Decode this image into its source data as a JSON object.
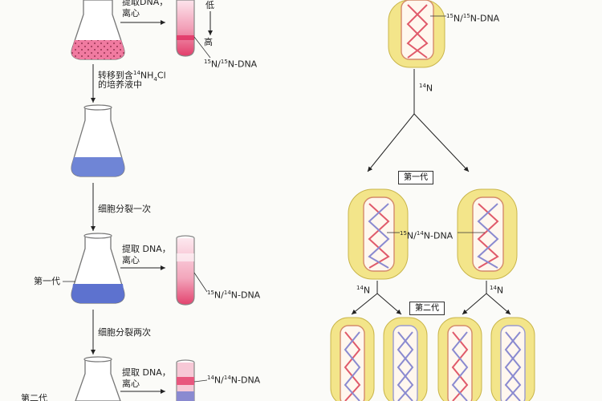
{
  "left": {
    "step1_extract": "提取DNA，",
    "step1_centrifuge": "离心",
    "low": "低",
    "high": "高",
    "band1": {
      "sup1": "15",
      "a": "N/",
      "sup2": "15",
      "b": "N-DNA"
    },
    "transfer": {
      "a": "转移到含",
      "sup": "14",
      "b": "NH",
      "sub": "4",
      "c": "Cl"
    },
    "transfer_line2": "的培养液中",
    "divide_once": "细胞分裂一次",
    "gen1": "第一代",
    "step2_extract": "提取 DNA，",
    "step2_centrifuge": "离心",
    "band2": {
      "sup1": "15",
      "a": "N/",
      "sup2": "14",
      "b": "N-DNA"
    },
    "divide_twice": "细胞分裂两次",
    "step3_extract": "提取 DNA，",
    "step3_centrifuge": "离心",
    "band3": {
      "sup1": "14",
      "a": "N/",
      "sup2": "14",
      "b": "N-DNA"
    },
    "gen2_partial": "第二代"
  },
  "right": {
    "top_label": {
      "sup1": "15",
      "a": "N/",
      "sup2": "15",
      "b": "N-DNA"
    },
    "n14_top": {
      "sup": "14",
      "a": "N"
    },
    "gen1_box": "第一代",
    "mid_label": {
      "sup1": "15",
      "a": "N/",
      "sup2": "14",
      "b": "N-DNA"
    },
    "n14_left": {
      "sup": "14",
      "a": "N"
    },
    "n14_right": {
      "sup": "14",
      "a": "N"
    },
    "gen2_box": "第二代"
  },
  "colors": {
    "heavy_strand": "#e05a6a",
    "light_strand": "#8a8ad0",
    "cell_outer": "#f3e58a",
    "medium_heavy": "#e8577e",
    "medium_light": "#6f85d6"
  }
}
